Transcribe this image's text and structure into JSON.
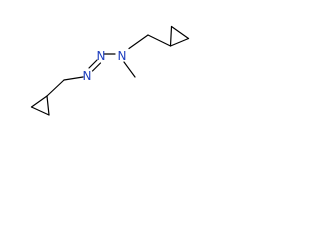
{
  "molecule": {
    "atoms": [
      {
        "id": "n1",
        "symbol": "N"
      },
      {
        "id": "n2",
        "symbol": "N"
      },
      {
        "id": "n3",
        "symbol": "N"
      }
    ],
    "colors": {
      "bond": "#000000",
      "nitrogen": "#1f3fbf",
      "background": "#ffffff"
    }
  }
}
